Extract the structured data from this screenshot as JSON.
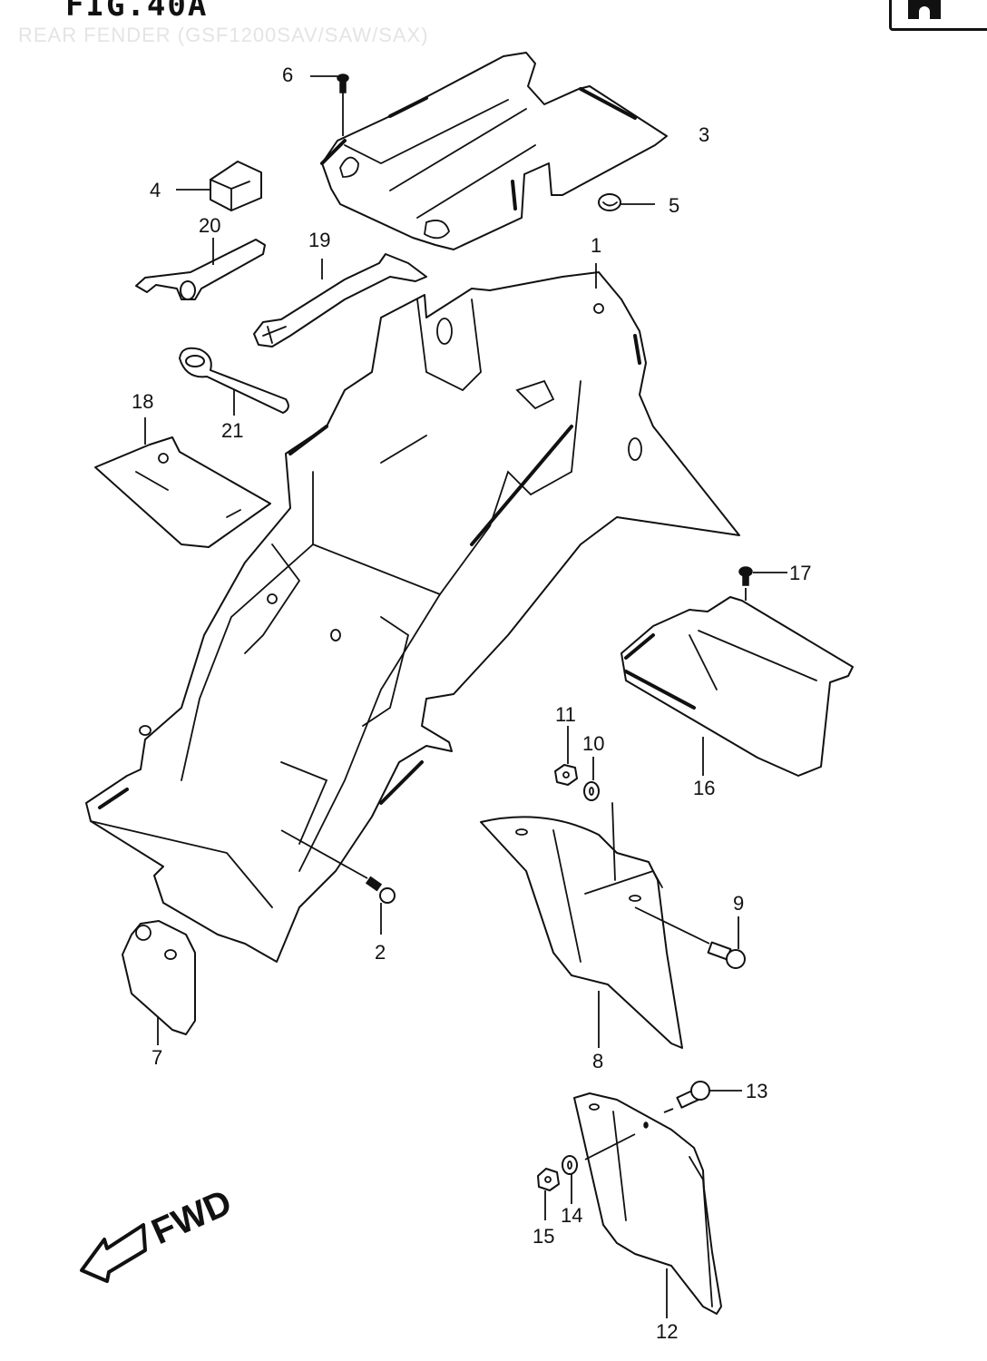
{
  "figure": {
    "title": "FIG.40A",
    "subtitle": "REAR FENDER (GSF1200SAV/SAW/SAX)",
    "corner_tag": "A"
  },
  "direction_indicator": {
    "label": "FWD",
    "direction": "lower-left"
  },
  "parts": [
    {
      "number": "1",
      "name": "rear-fender-main"
    },
    {
      "number": "2",
      "name": "bolt"
    },
    {
      "number": "3",
      "name": "upper-tray-cover"
    },
    {
      "number": "4",
      "name": "rubber-block"
    },
    {
      "number": "5",
      "name": "cushion-grommet"
    },
    {
      "number": "6",
      "name": "screw"
    },
    {
      "number": "7",
      "name": "cover-plate"
    },
    {
      "number": "8",
      "name": "side-guard"
    },
    {
      "number": "9",
      "name": "bolt"
    },
    {
      "number": "10",
      "name": "washer"
    },
    {
      "number": "11",
      "name": "nut"
    },
    {
      "number": "12",
      "name": "lower-guard"
    },
    {
      "number": "13",
      "name": "bolt"
    },
    {
      "number": "14",
      "name": "washer"
    },
    {
      "number": "15",
      "name": "nut"
    },
    {
      "number": "16",
      "name": "tray"
    },
    {
      "number": "17",
      "name": "screw"
    },
    {
      "number": "18",
      "name": "tool-bag"
    },
    {
      "number": "19",
      "name": "strap"
    },
    {
      "number": "20",
      "name": "spanner"
    },
    {
      "number": "21",
      "name": "ring-wrench"
    }
  ]
}
